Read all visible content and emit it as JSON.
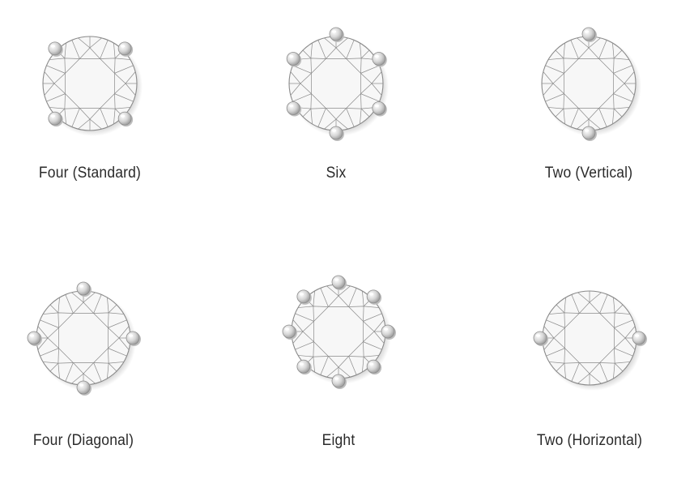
{
  "settings": [
    {
      "id": "four-standard",
      "label": "Four (Standard)",
      "prongs": 4,
      "prong_angles_deg": [
        45,
        135,
        225,
        315
      ]
    },
    {
      "id": "six",
      "label": "Six",
      "prongs": 6,
      "prong_angles_deg": [
        0,
        60,
        120,
        180,
        240,
        300
      ]
    },
    {
      "id": "two-vertical",
      "label": "Two (Vertical)",
      "prongs": 2,
      "prong_angles_deg": [
        0,
        180
      ]
    },
    {
      "id": "four-diagonal",
      "label": "Four (Diagonal)",
      "prongs": 4,
      "prong_angles_deg": [
        0,
        90,
        180,
        270
      ]
    },
    {
      "id": "eight",
      "label": "Eight",
      "prongs": 8,
      "prong_angles_deg": [
        0,
        45,
        90,
        135,
        180,
        225,
        270,
        315
      ]
    },
    {
      "id": "two-horizontal",
      "label": "Two (Horizontal)",
      "prongs": 2,
      "prong_angles_deg": [
        90,
        270
      ]
    }
  ],
  "colors": {
    "gem_fill": "#f7f7f7",
    "facet_line": "#8a8a8a",
    "prong_light": "#ffffff",
    "prong_dark": "#9a9a9a",
    "label_text": "#2a2a2a"
  }
}
